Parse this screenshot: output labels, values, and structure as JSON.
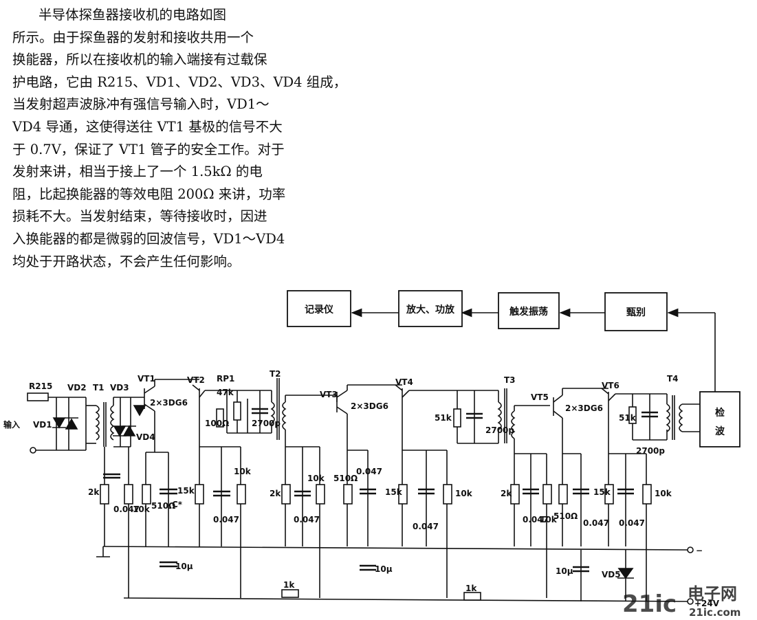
{
  "text": {
    "lines": [
      "半导体探鱼器接收机的电路如图",
      "所示。由于探鱼器的发射和接收共用一个",
      "换能器，所以在接收机的输入端接有过载保",
      "护电路，它由 R215、VD1、VD2、VD3、VD4 组成，",
      "当发射超声波脉冲有强信号输入时，VD1～",
      "VD4 导通，这使得送往 VT1 基极的信号不大",
      "于 0.7V，保证了 VT1 管子的安全工作。对于",
      "发射来讲，相当于接上了一个 1.5kΩ 的电",
      "阻，比起换能器的等效电阻 200Ω 来讲，功率",
      "损耗不大。当发射结束，等待接收时，因进",
      "入换能器的都是微弱的回波信号，VD1～VD4",
      "均处于开路状态，不会产生任何影响。"
    ]
  },
  "blocks": {
    "recorder": "记录仪",
    "amp": "放大、功放",
    "trigger": "触发振荡",
    "discriminator": "甄别",
    "detector_line1": "检",
    "detector_line2": "波"
  },
  "labels": {
    "input": "输入",
    "r215": "R215",
    "vd1": "VD1",
    "vd2": "VD2",
    "vd3": "VD3",
    "vd4": "VD4",
    "vd5": "VD5",
    "t1": "T1",
    "t2": "T2",
    "t3": "T3",
    "t4": "T4",
    "vt1": "VT1",
    "vt2": "VT2",
    "vt3": "VT3",
    "vt4": "VT4",
    "vt5": "VT5",
    "vt6": "VT6",
    "pair1": "2×3DG6",
    "pair2": "2×3DG6",
    "pair3": "2×3DG6",
    "rp1": "RP1",
    "rp1_val": "47k",
    "r100": "100Ω",
    "c2700a": "2700p",
    "c2700b": "2700p",
    "c2700c": "2700p",
    "r51k_a": "51k",
    "r51k_b": "51k",
    "r2k_a": "2k",
    "c047_a": "0.047",
    "r10k_a": "10k",
    "r510_a": "510Ω",
    "c15k": "15k",
    "cstar": "C*",
    "c047_b": "0.047",
    "r10k_b": "10k",
    "r2k_b": "2k",
    "c047_c": "0.047",
    "r10k_c": "10k",
    "r510_b": "510Ω",
    "c047_d": "0.047",
    "r15k_a": "15k",
    "c047_e": "0.047",
    "r10k_d": "10k",
    "r2k_c": "2k",
    "c047_f": "0.047",
    "r10k_e": "10k",
    "r510_c": "510Ω",
    "c047_g": "0.047",
    "r15k_b": "15k",
    "c047_h": "0.047",
    "r10k_f": "10k",
    "c10u_a": "10μ",
    "c10u_b": "10μ",
    "c10u_c": "10μ",
    "r1k_a": "1k",
    "r1k_b": "1k",
    "minus": "−",
    "plus24": "+24V"
  },
  "watermark": {
    "left": "21ic",
    "right_top": "电子网",
    "right_bottom": "21ic.com"
  }
}
